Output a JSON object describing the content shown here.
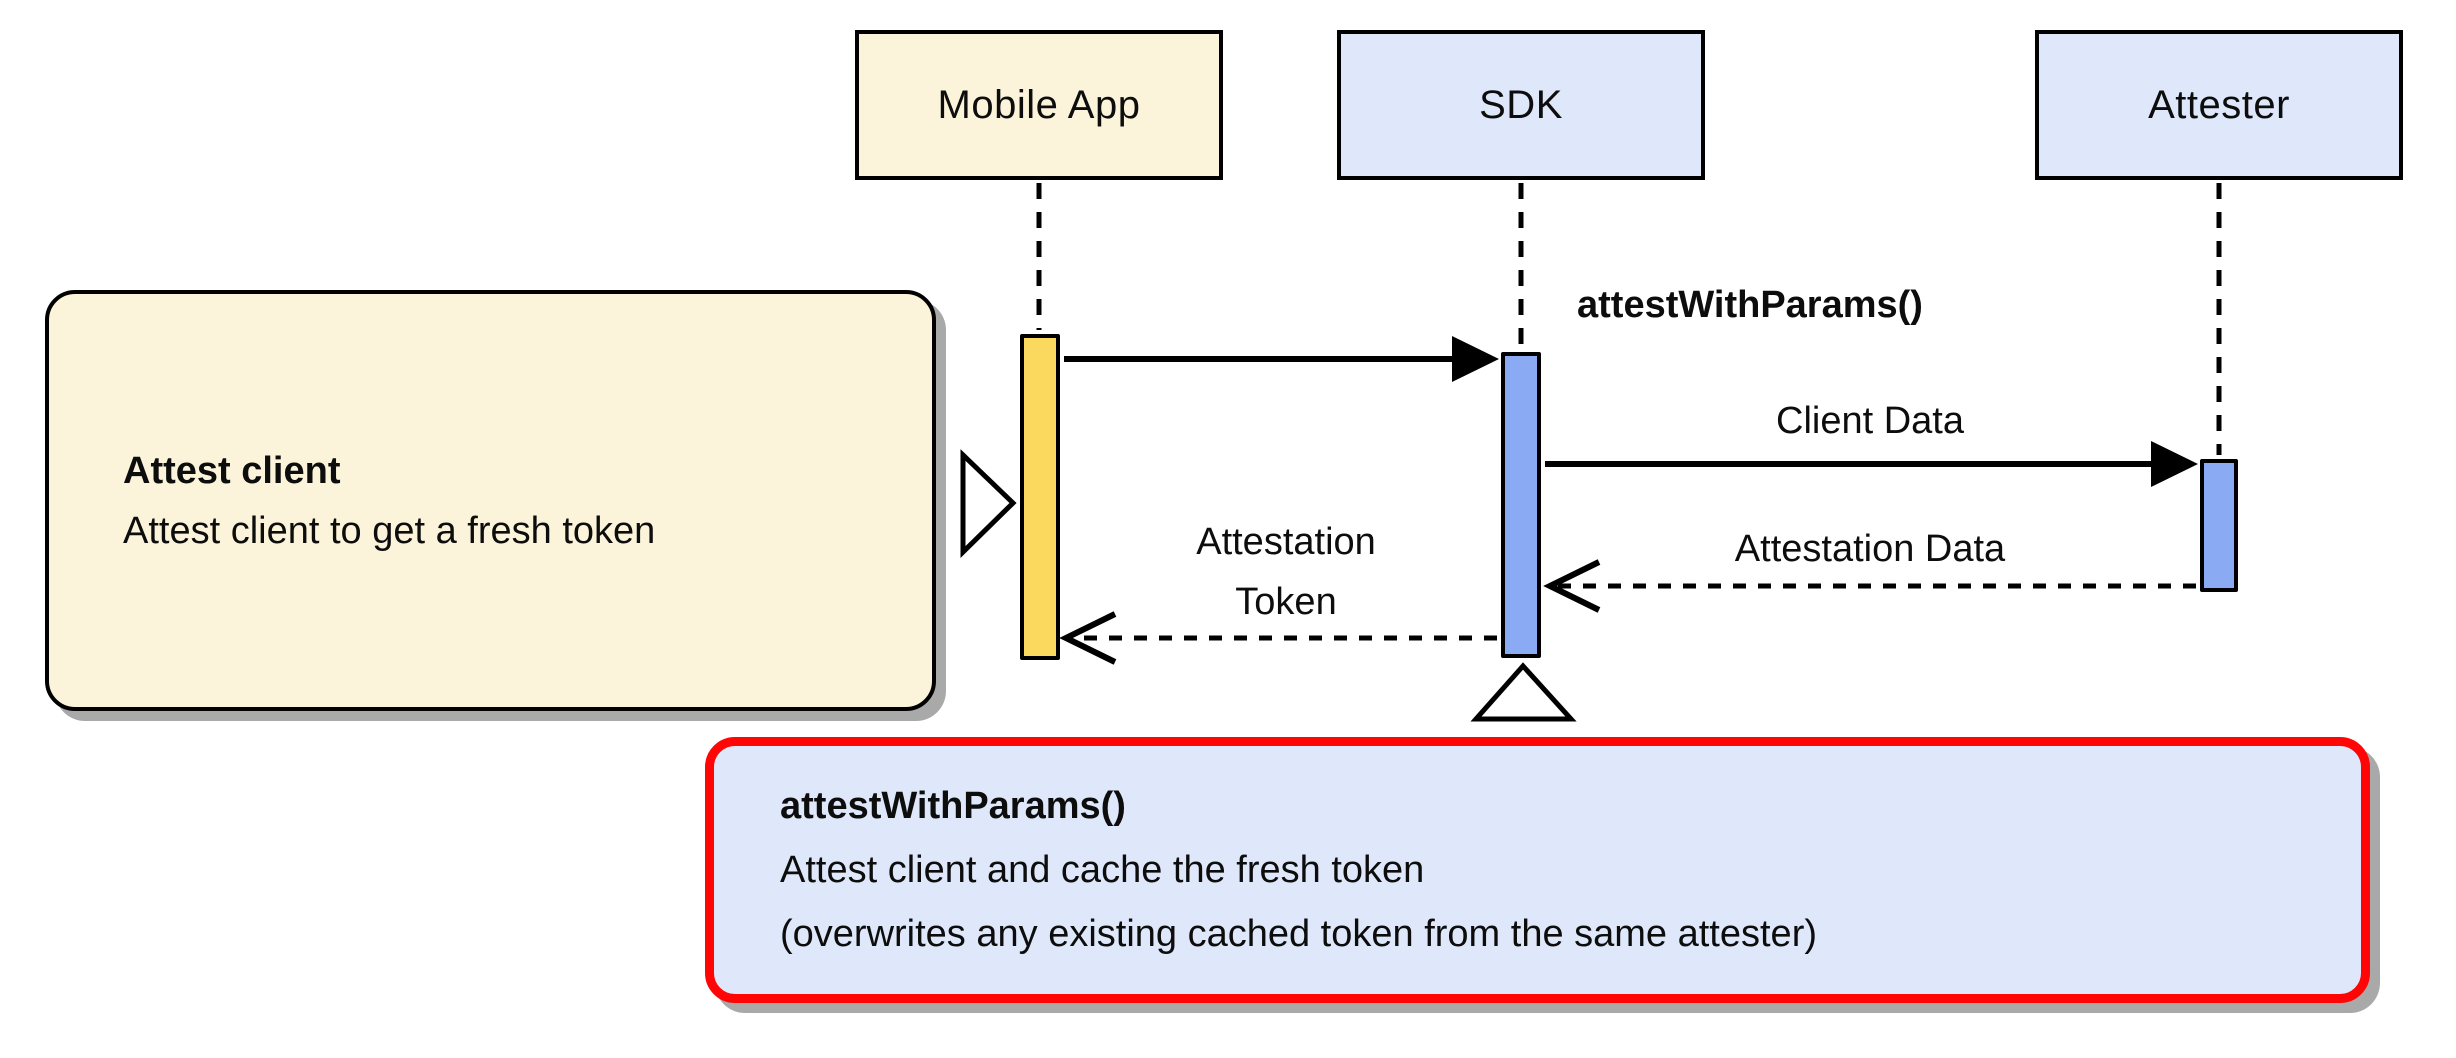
{
  "diagram_type": "sequence-diagram",
  "colors": {
    "actor_cream_fill": "#FBF4DA",
    "actor_blue_fill": "#DEE8FA",
    "activation_yellow": "#FBD95F",
    "activation_blue": "#8BAAF4",
    "note_bottom_fill": "#DFE8FA",
    "note_bottom_border": "#FF0505",
    "line_color": "#000000",
    "shadow_gray": "#A9A9A9"
  },
  "actors": [
    {
      "label": "Mobile App"
    },
    {
      "label": "SDK"
    },
    {
      "label": "Attester"
    }
  ],
  "labels": {
    "attest_with_params_call": "attestWithParams()",
    "client_data": "Client Data",
    "attestation_data": "Attestation Data",
    "attestation_token_line1": "Attestation",
    "attestation_token_line2": "Token"
  },
  "notes": {
    "left": {
      "title": "Attest client",
      "body": "Attest client to get a fresh token"
    },
    "bottom": {
      "title": "attestWithParams()",
      "body_line1": "Attest client and cache the fresh token",
      "body_line2": "(overwrites any existing cached token from the same attester)"
    }
  }
}
